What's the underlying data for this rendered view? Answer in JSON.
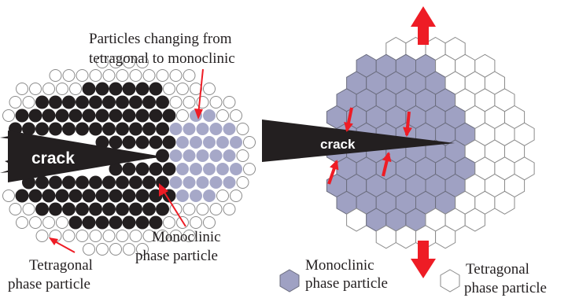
{
  "left_panel": {
    "crack_label": "crack",
    "annotation_changing_line1": "Particles changing from",
    "annotation_changing_line2": "tetragonal to monoclinic",
    "annotation_monoclinic_line1": "Monoclinic",
    "annotation_monoclinic_line2": "phase particle",
    "annotation_tetragonal_line1": "Tetragonal",
    "annotation_tetragonal_line2": "phase particle"
  },
  "right_panel": {
    "crack_label": "crack",
    "legend_monoclinic_line1": "Monoclinic",
    "legend_monoclinic_line2": "phase particle",
    "legend_tetragonal_line1": "Tetragonal",
    "legend_tetragonal_line2": "phase particle"
  },
  "colors": {
    "monoclinic_black": "#231f20",
    "transforming_lavender": "#a6a8c8",
    "hex_fill": "#9fa1c3",
    "hex_stroke": "#6b6d7e",
    "outline_gray": "#8a8a8a",
    "arrow_red": "#ee1c25",
    "background": "#ffffff"
  }
}
